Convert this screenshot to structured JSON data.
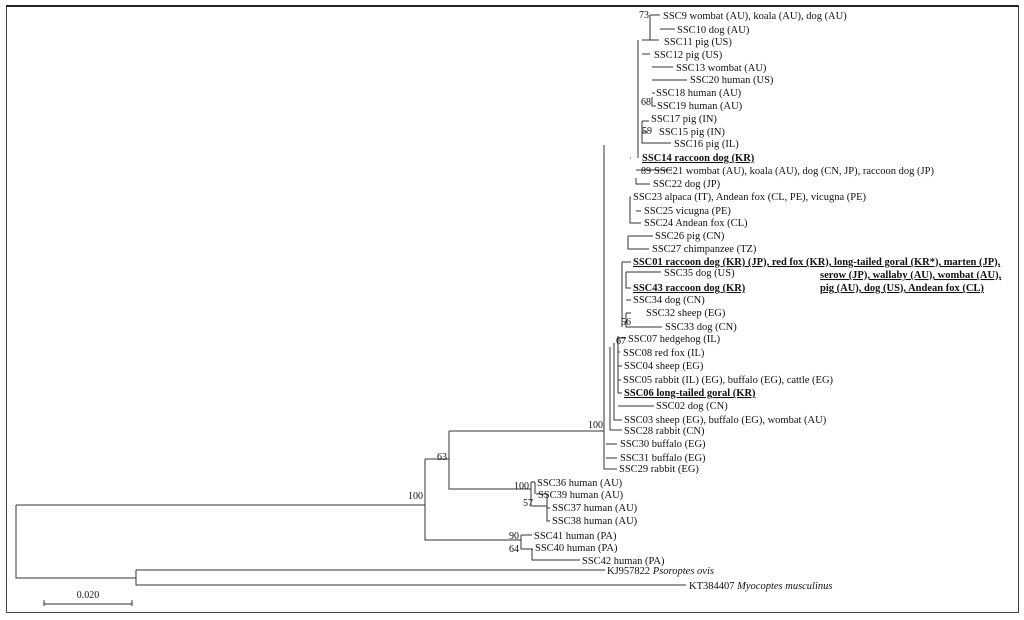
{
  "tree": {
    "tips": {
      "ssc09": "SSC9 wombat (AU), koala (AU), dog (AU)",
      "ssc10": "SSC10 dog (AU)",
      "ssc11": "SSC11 pig (US)",
      "ssc12": "SSC12 pig (US)",
      "ssc13": "SSC13 wombat (AU)",
      "ssc20": "SSC20 human (US)",
      "ssc18": "SSC18 human (AU)",
      "ssc19": "SSC19 human (AU)",
      "ssc17": "SSC17 pig (IN)",
      "ssc15": "SSC15 pig (IN)",
      "ssc16": "SSC16 pig (IL)",
      "ssc14": "SSC14 raccoon dog (KR)",
      "ssc21": "SSC21 wombat (AU), koala (AU), dog (CN, JP), raccoon dog (JP)",
      "ssc22": "SSC22 dog (JP)",
      "ssc23": "SSC23 alpaca (IT), Andean fox (CL, PE), vicugna (PE)",
      "ssc25": "SSC25 vicugna (PE)",
      "ssc24": "SSC24 Andean fox (CL)",
      "ssc26": "SSC26 pig (CN)",
      "ssc27": "SSC27 chimpanzee (TZ)",
      "ssc01_line1": "SSC01 raccoon dog (KR) (JP), red fox (KR), long-tailed goral (KR*), marten (JP),",
      "ssc01_line2": "serow (JP),  wallaby (AU), wombat (AU),",
      "ssc01_line3": "pig (AU), dog (US), Andean fox (CL)",
      "ssc35": "SSC35 dog (US)",
      "ssc43": "SSC43 raccoon dog (KR)",
      "ssc34": "SSC34 dog (CN)",
      "ssc32": "SSC32 sheep (EG)",
      "ssc33": "SSC33 dog (CN)",
      "ssc07": "SSC07 hedgehog (IL)",
      "ssc08": "SSC08 red fox (IL)",
      "ssc04": "SSC04 sheep (EG)",
      "ssc05": "SSC05 rabbit (IL) (EG), buffalo (EG), cattle (EG)",
      "ssc06": "SSC06 long-tailed goral (KR)",
      "ssc02": "SSC02 dog (CN)",
      "ssc03": "SSC03 sheep (EG), buffalo (EG), wombat (AU)",
      "ssc28": "SSC28 rabbit (CN)",
      "ssc30": "SSC30 buffalo (EG)",
      "ssc31": "SSC31 buffalo (EG)",
      "ssc29": "SSC29 rabbit (EG)",
      "ssc36": "SSC36 human (AU)",
      "ssc39": "SSC39 human (AU)",
      "ssc37": "SSC37 human (AU)",
      "ssc38": "SSC38 human (AU)",
      "ssc41": "SSC41 human (PA)",
      "ssc40": "SSC40 human (PA)",
      "ssc42": "SSC42 human (PA)",
      "psoroptes_acc": "KJ957822",
      "psoroptes_sp": "Psoroptes ovis",
      "myocoptes_acc": "KT384407",
      "myocoptes_sp": "Myocoptes musculinus"
    },
    "bootstrap": {
      "b73": "73",
      "b68": "68",
      "b59": "59",
      "b89": "89",
      "b56": "56",
      "b67": "67",
      "b100_main": "100",
      "b63": "63",
      "b100_root": "100",
      "b100_au": "100",
      "b57": "57",
      "b90": "90",
      "b64": "64"
    },
    "scale_bar": {
      "label": "0.020",
      "value": 0.02
    }
  }
}
